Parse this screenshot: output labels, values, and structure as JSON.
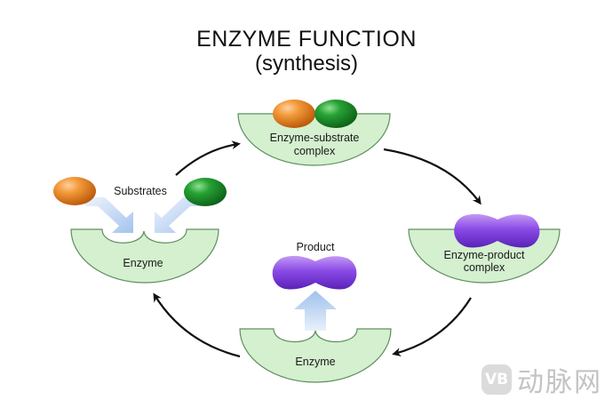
{
  "title": "ENZYME FUNCTION",
  "subtitle": "(synthesis)",
  "labels": {
    "substrates": "Substrates",
    "enzyme_left": "Enzyme",
    "enzyme_substrate_line1": "Enzyme-substrate",
    "enzyme_substrate_line2": "complex",
    "enzyme_product_line1": "Enzyme-product",
    "enzyme_product_line2": "complex",
    "product": "Product",
    "enzyme_bottom": "Enzyme"
  },
  "colors": {
    "enzyme_fill": "#d4f0cf",
    "enzyme_stroke": "#5f8f5f",
    "substrate_orange": "#e97a16",
    "substrate_green": "#1a8f2a",
    "product_purple": "#7b3fe0",
    "arrow_blue": "#a9c8ee"
  },
  "watermark": {
    "logo": "VB",
    "text": "动脉网"
  }
}
